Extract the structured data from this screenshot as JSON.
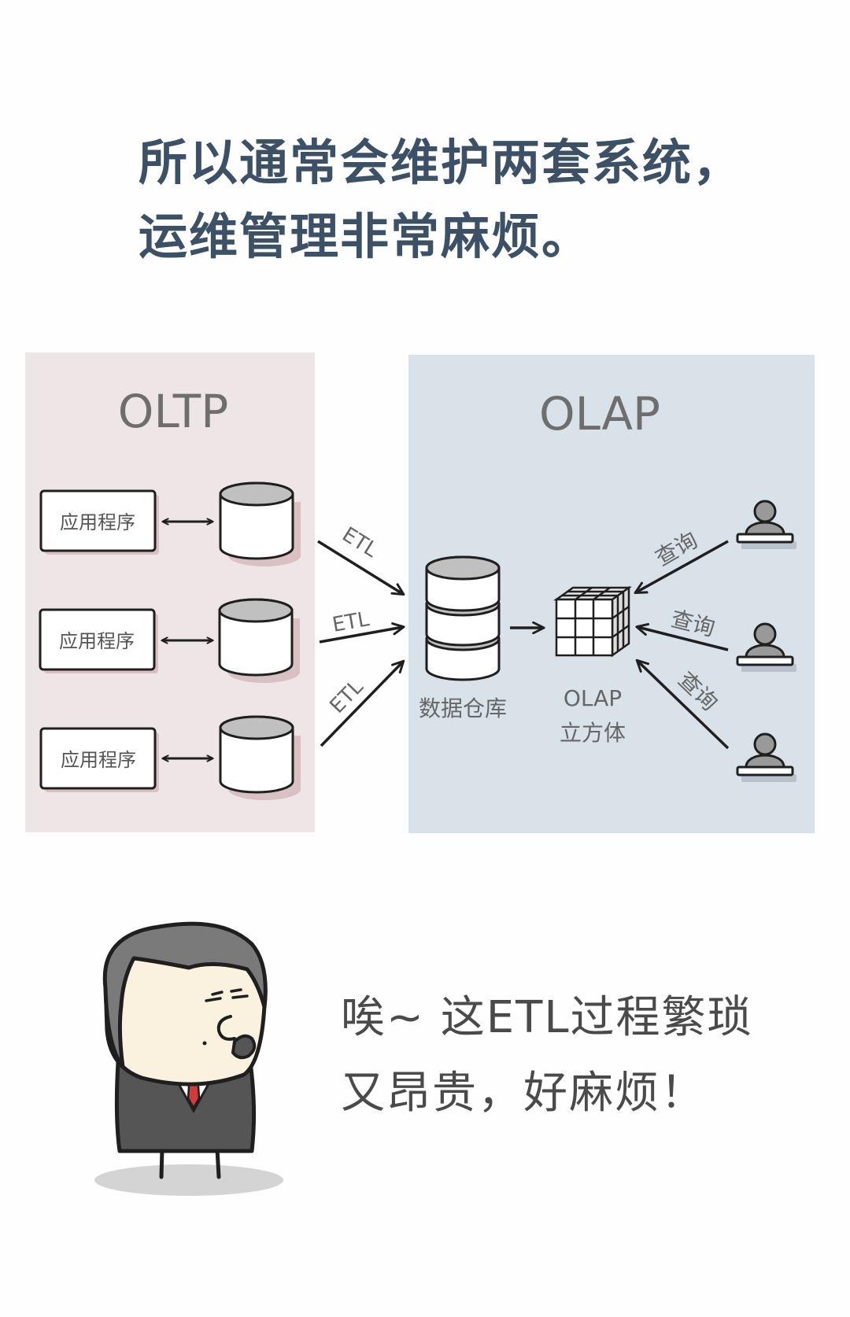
{
  "heading": {
    "line1": "所以通常会维护两套系统，",
    "line2": "运维管理非常麻烦。"
  },
  "oltp": {
    "title": "OLTP",
    "apps": [
      "应用程序",
      "应用程序",
      "应用程序"
    ]
  },
  "olap": {
    "title": "OLAP",
    "warehouse_label": "数据仓库",
    "cube_label_line1": "OLAP",
    "cube_label_line2": "立方体",
    "query_label": "查询"
  },
  "etl_label": "ETL",
  "speech": {
    "line1": "唉~ 这ETL过程繁琐",
    "line2": "又昂贵，好麻烦！"
  },
  "colors": {
    "heading": "#3c5066",
    "oltp_panel": "#ede5e6",
    "olap_panel": "#d9e1e9",
    "db_top": "#c0c0c0",
    "outline": "#1f1f1f"
  }
}
